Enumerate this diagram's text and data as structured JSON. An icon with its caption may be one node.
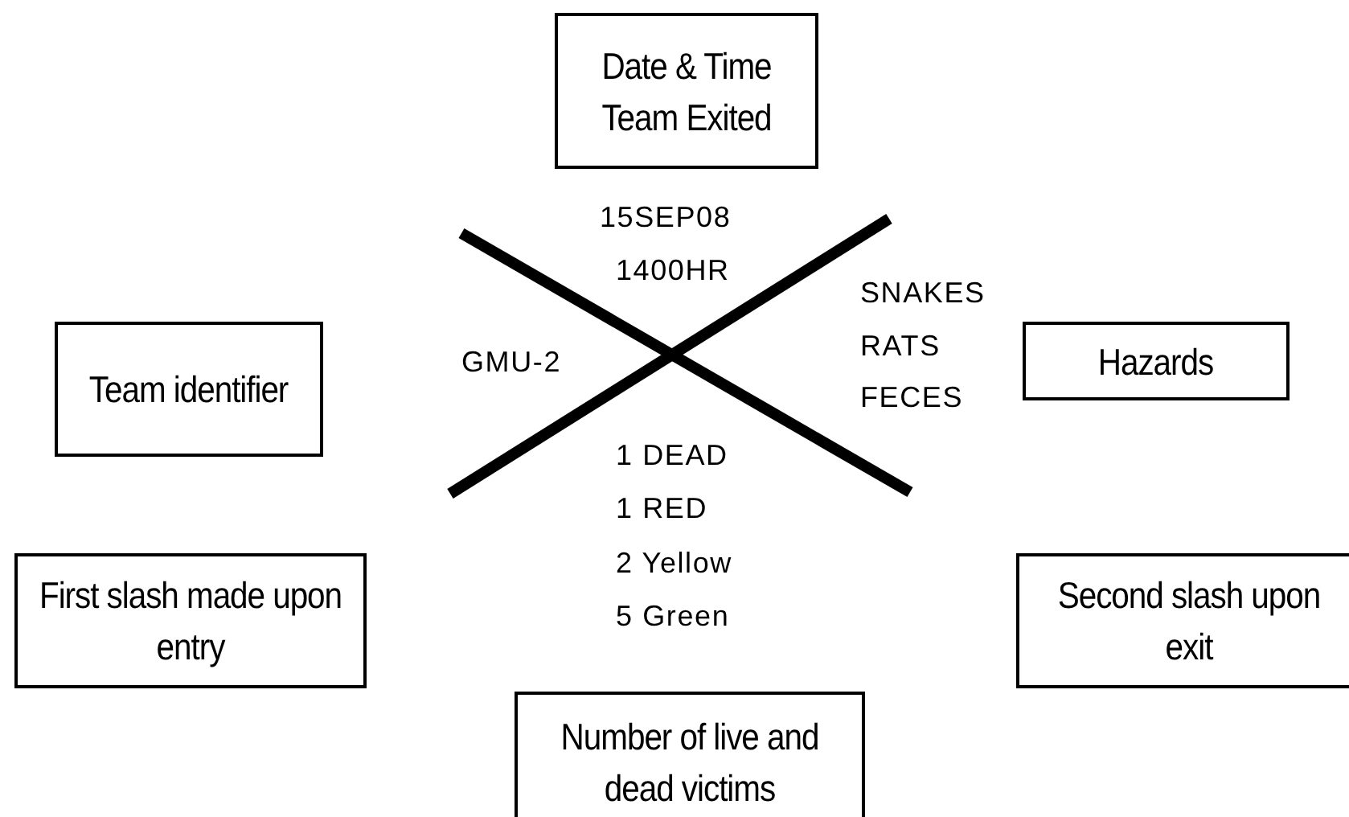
{
  "diagram": {
    "nodes": [
      {
        "text": [
          "Date & Time Team Exited"
        ]
      },
      {
        "text": [
          "Team identifier"
        ]
      },
      {
        "text": [
          "Hazards"
        ]
      },
      {
        "text": [
          "First slash made upon entry"
        ]
      },
      {
        "text": [
          "Second slash upon exit"
        ]
      },
      {
        "text": [
          "Number of live and dead victims"
        ]
      }
    ],
    "edges": [],
    "labels": [
      "15SEP08",
      "1400HR",
      "SNAKES",
      "GMU-2",
      "RATS",
      "FECES",
      "1 DEAD",
      "1 RED",
      "2 Yellow",
      "5 Green"
    ]
  }
}
